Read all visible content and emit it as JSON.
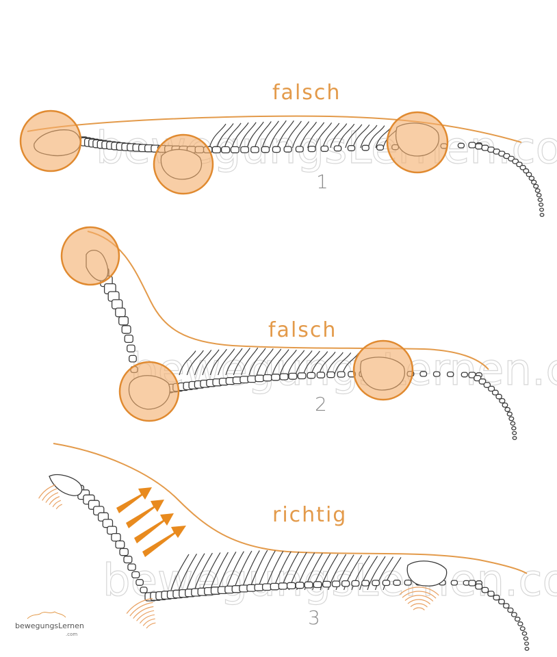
{
  "watermark": "bewegungsLernen.com",
  "logo": {
    "name": "bewegungsLernen",
    "suffix": ".com"
  },
  "panels": [
    {
      "label": "falsch",
      "number": "1"
    },
    {
      "label": "falsch",
      "number": "2"
    },
    {
      "label": "richtig",
      "number": "3"
    }
  ],
  "colors": {
    "highlight": "#f3ad6b",
    "line": "#e39a4a",
    "arrow": "#e88a1e",
    "bone": "#3a3a3a"
  }
}
